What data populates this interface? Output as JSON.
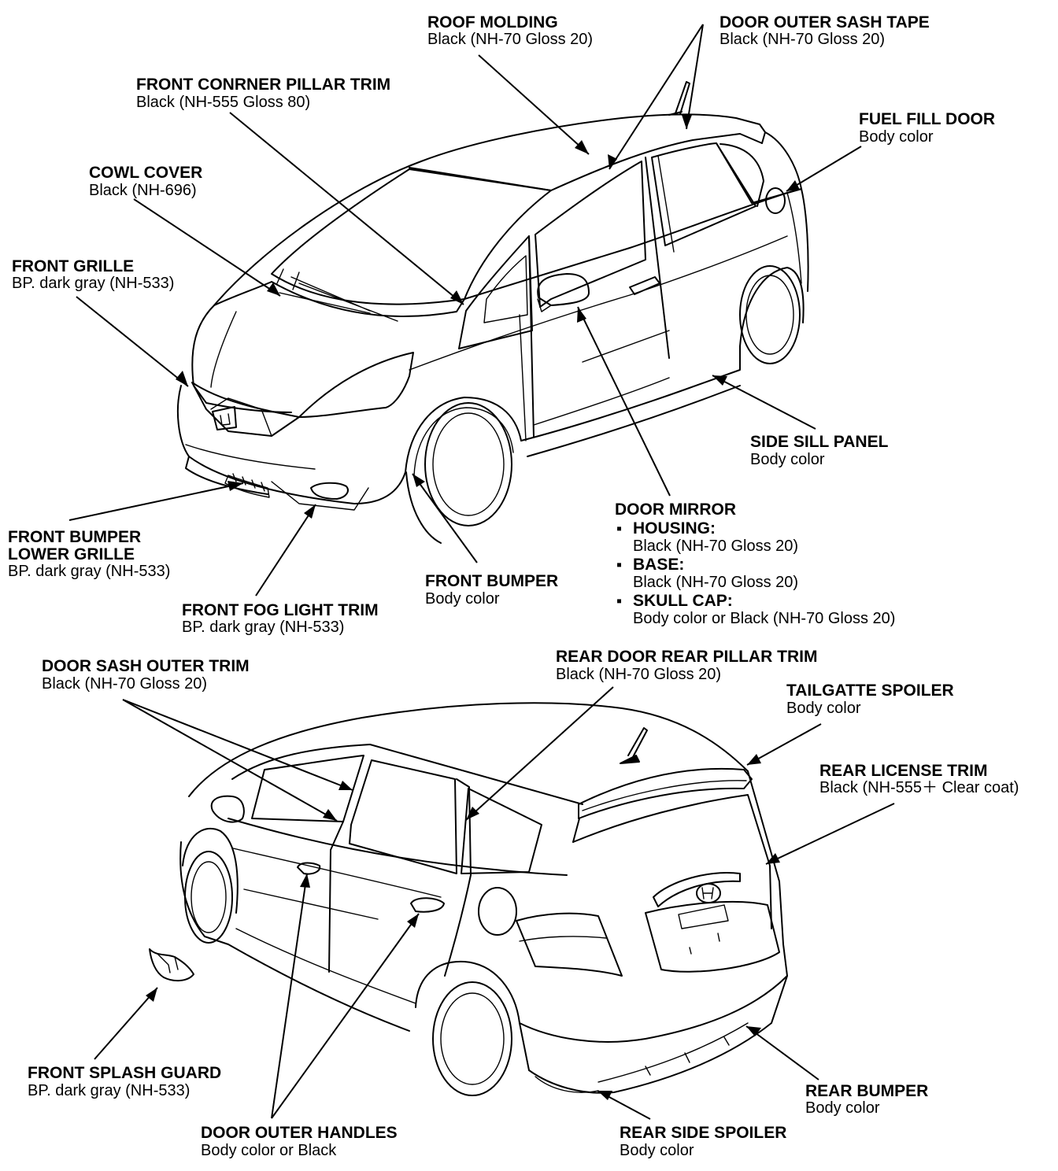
{
  "callouts": [
    {
      "id": "roof-molding",
      "title": "ROOF MOLDING",
      "values": [
        "Black (NH-70 Gloss 20)"
      ]
    },
    {
      "id": "door-outer-sash-tape",
      "title": "DOOR OUTER SASH TAPE",
      "values": [
        "Black (NH-70 Gloss 20)"
      ]
    },
    {
      "id": "front-corner-pillar-trim",
      "title": "FRONT CONRNER PILLAR TRIM",
      "values": [
        "Black (NH-555 Gloss 80)"
      ]
    },
    {
      "id": "fuel-fill-door",
      "title": "FUEL FILL DOOR",
      "values": [
        "Body color"
      ]
    },
    {
      "id": "cowl-cover",
      "title": "COWL COVER",
      "values": [
        "Black (NH-696)"
      ]
    },
    {
      "id": "front-grille",
      "title": "FRONT GRILLE",
      "values": [
        "BP. dark gray (NH-533)"
      ]
    },
    {
      "id": "side-sill-panel",
      "title": "SIDE SILL PANEL",
      "values": [
        "Body color"
      ]
    },
    {
      "id": "front-bumper-lower-grille",
      "title": "FRONT BUMPER",
      "title2": "LOWER GRILLE",
      "values": [
        "BP. dark gray (NH-533)"
      ]
    },
    {
      "id": "front-bumper",
      "title": "FRONT BUMPER",
      "values": [
        "Body color"
      ]
    },
    {
      "id": "front-fog-light-trim",
      "title": "FRONT FOG LIGHT TRIM",
      "values": [
        "BP. dark gray (NH-533)"
      ]
    },
    {
      "id": "door-sash-outer-trim",
      "title": "DOOR SASH OUTER TRIM",
      "values": [
        "Black (NH-70 Gloss 20)"
      ]
    },
    {
      "id": "rear-door-rear-pillar-trim",
      "title": "REAR DOOR REAR PILLAR TRIM",
      "values": [
        "Black (NH-70 Gloss 20)"
      ]
    },
    {
      "id": "tailgate-spoiler",
      "title": "TAILGATTE SPOILER",
      "values": [
        "Body color"
      ]
    },
    {
      "id": "rear-license-trim",
      "title": "REAR LICENSE TRIM",
      "values": [
        "Black (NH-555＋ Clear coat)"
      ]
    },
    {
      "id": "front-splash-guard",
      "title": "FRONT SPLASH GUARD",
      "values": [
        "BP. dark gray (NH-533)"
      ]
    },
    {
      "id": "rear-bumper",
      "title": "REAR BUMPER",
      "values": [
        "Body color"
      ]
    },
    {
      "id": "door-outer-handles",
      "title": "DOOR OUTER HANDLES",
      "values": [
        "Body color or Black"
      ]
    },
    {
      "id": "rear-side-spoiler",
      "title": "REAR SIDE SPOILER",
      "values": [
        "Body color"
      ]
    }
  ],
  "door_mirror": {
    "title": "DOOR MIRROR",
    "bullet": "▪",
    "items": [
      {
        "label": "HOUSING:",
        "value": "Black (NH-70 Gloss 20)"
      },
      {
        "label": "BASE:",
        "value": "Black (NH-70 Gloss 20)"
      },
      {
        "label": "SKULL CAP:",
        "value": "Body color or Black (NH-70 Gloss 20)"
      }
    ]
  },
  "colors": {
    "line": "#000000",
    "background": "#ffffff"
  },
  "icons": [
    "honda-emblem-icon"
  ]
}
